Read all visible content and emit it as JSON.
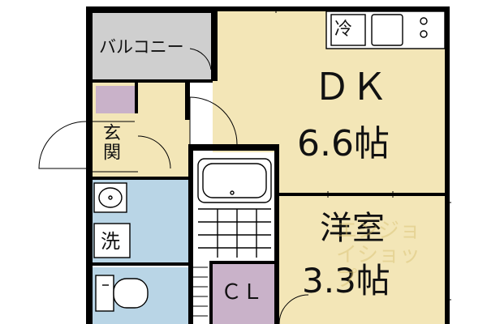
{
  "rooms": {
    "balcony": "バルコニー",
    "entrance": "玄関",
    "dk_name": "ＤＫ",
    "dk_size": "6.6帖",
    "washroom": "洗",
    "closet": "ＣＬ",
    "western_name": "洋室",
    "western_size": "3.3帖"
  },
  "fixtures": {
    "fridge": "冷"
  },
  "watermark": "エンジョイショップ",
  "colors": {
    "wall": "#000000",
    "dk_floor": "#f3e6b7",
    "washroom_floor": "#b9d5e6",
    "balcony_floor": "#cfcfcf",
    "storage": "#c9b2c9",
    "bath_floor": "#ffffff",
    "background": "#ffffff"
  }
}
